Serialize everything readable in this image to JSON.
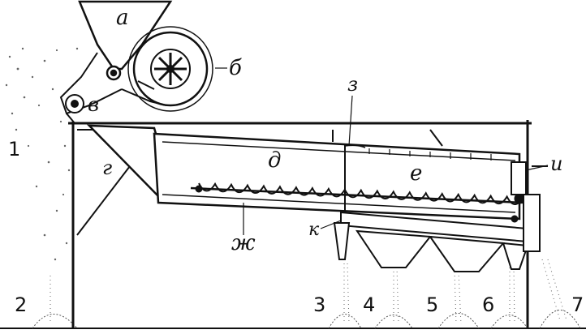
{
  "labels": {
    "a": "а",
    "b": "б",
    "v": "в",
    "g": "г",
    "d": "д",
    "e": "е",
    "zh": "ж",
    "z": "з",
    "i": "и",
    "k": "к"
  },
  "outlets": [
    "1",
    "2",
    "3",
    "4",
    "5",
    "6",
    "7"
  ],
  "colors": {
    "ink": "#111111",
    "paper": "#ffffff",
    "grain": "#555555"
  }
}
